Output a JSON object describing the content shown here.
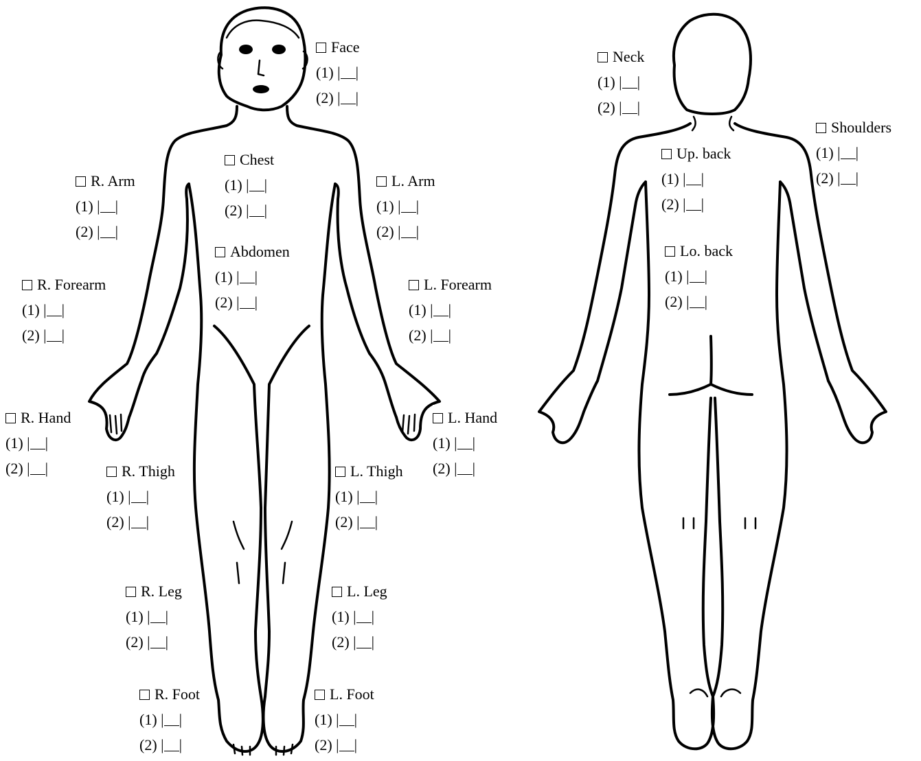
{
  "figure_views": [
    "front",
    "back"
  ],
  "colors": {
    "ink": "#000000",
    "paper": "#ffffff"
  },
  "box_glyph": "checkbox-empty",
  "regions": {
    "face": {
      "label": "Face",
      "line1": "(1) |",
      "line2": "(2) |",
      "end": "|"
    },
    "chest": {
      "label": "Chest",
      "line1": "(1) |",
      "line2": "(2) |",
      "end": "|"
    },
    "r_arm": {
      "label": "R. Arm",
      "line1": "(1) |",
      "line2": "(2) |",
      "end": "|"
    },
    "l_arm": {
      "label": "L. Arm",
      "line1": "(1) |",
      "line2": "(2) |",
      "end": "|"
    },
    "abdomen": {
      "label": "Abdomen",
      "line1": "(1) |",
      "line2": "(2) |",
      "end": "|"
    },
    "r_forearm": {
      "label": "R. Forearm",
      "line1": "(1) |",
      "line2": "(2) |",
      "end": "|"
    },
    "l_forearm": {
      "label": "L. Forearm",
      "line1": "(1) |",
      "line2": "(2) |",
      "end": "|"
    },
    "r_hand": {
      "label": "R. Hand",
      "line1": "(1) |",
      "line2": "(2) |",
      "end": "|"
    },
    "l_hand": {
      "label": "L. Hand",
      "line1": "(1) |",
      "line2": "(2) |",
      "end": "|"
    },
    "r_thigh": {
      "label": "R. Thigh",
      "line1": "(1) |",
      "line2": "(2) |",
      "end": "|"
    },
    "l_thigh": {
      "label": "L. Thigh",
      "line1": "(1) |",
      "line2": "(2) |",
      "end": "|"
    },
    "r_leg": {
      "label": "R. Leg",
      "line1": "(1) |",
      "line2": "(2) |",
      "end": "|"
    },
    "l_leg": {
      "label": "L. Leg",
      "line1": "(1) |",
      "line2": "(2) |",
      "end": "|"
    },
    "r_foot": {
      "label": "R. Foot",
      "line1": "(1) |",
      "line2": "(2) |",
      "end": "|"
    },
    "l_foot": {
      "label": "L. Foot",
      "line1": "(1) |",
      "line2": "(2) |",
      "end": "|"
    },
    "neck": {
      "label": "Neck",
      "line1": "(1) |",
      "line2": "(2) |",
      "end": "|"
    },
    "shoulders": {
      "label": "Shoulders",
      "line1": "(1) |",
      "line2": "(2) |",
      "end": "|"
    },
    "up_back": {
      "label": "Up. back",
      "line1": "(1) |",
      "line2": "(2) |",
      "end": "|"
    },
    "lo_back": {
      "label": "Lo. back",
      "line1": "(1) |",
      "line2": "(2) |",
      "end": "|"
    }
  }
}
